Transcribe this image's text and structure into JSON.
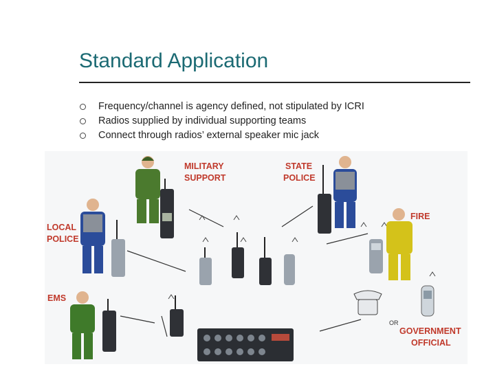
{
  "slide": {
    "title": "Standard Application",
    "bullets": [
      "Frequency/channel is agency defined, not stipulated by ICRI",
      "Radios supplied by individual supporting teams",
      "Connect through radios’ external speaker mic jack"
    ]
  },
  "figure": {
    "labels": {
      "military_line1": "MILITARY",
      "military_line2": "SUPPORT",
      "state_line1": "STATE",
      "state_line2": "POLICE",
      "local_line1": "LOCAL",
      "local_line2": "POLICE",
      "fire": "FIRE",
      "ems": "EMS",
      "or": "OR",
      "gov_line1": "GOVERNMENT",
      "gov_line2": "OFFICIAL"
    },
    "colors": {
      "label_red": "#c0392b",
      "military_green": "#4b7a2e",
      "police_blue": "#2b4c9a",
      "vest_gray": "#8a9099",
      "fire_yellow": "#d4c21a",
      "ems_green": "#3f7a2a",
      "radio_dark": "#2f3136",
      "radio_gray": "#9aa3ad",
      "console_dark": "#2b2e33"
    }
  }
}
